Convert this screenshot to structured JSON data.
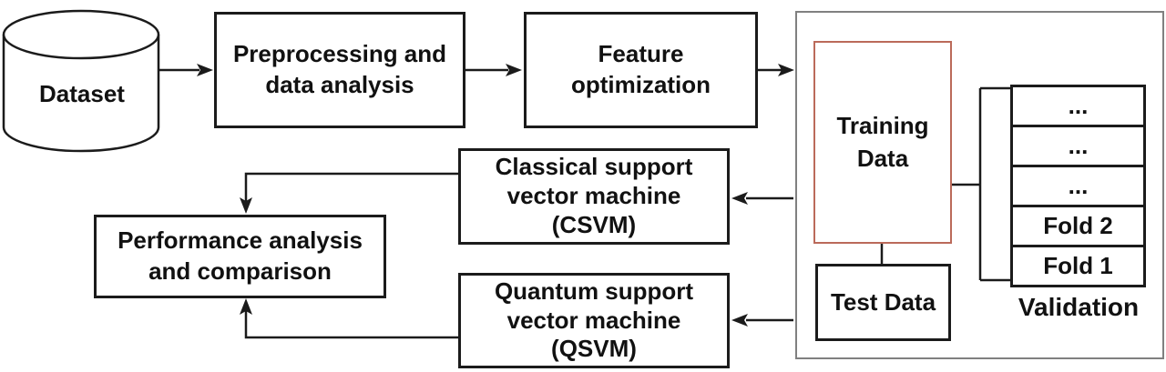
{
  "diagram": {
    "title": "QSVM vs CSVM workflow diagram",
    "nodes": {
      "dataset": {
        "label": "Dataset",
        "shape": "cylinder"
      },
      "preprocessing": {
        "label": "Preprocessing and\ndata analysis"
      },
      "feature": {
        "label": "Feature\noptimization"
      },
      "csvm": {
        "label": "Classical support\nvector machine\n(CSVM)"
      },
      "qsvm": {
        "label": "Quantum support\nvector machine\n(QSVM)"
      },
      "performance": {
        "label": "Performance analysis\nand comparison"
      },
      "training": {
        "label": "Training\nData"
      },
      "test": {
        "label": "Test Data"
      }
    },
    "validation": {
      "rows": [
        "...",
        "...",
        "...",
        "Fold 2",
        "Fold 1"
      ],
      "label": "Validation"
    },
    "colors": {
      "line": "#1b1b1b",
      "training_border": "#bb6a5a",
      "container_border": "#808080",
      "background": "#ffffff"
    }
  }
}
